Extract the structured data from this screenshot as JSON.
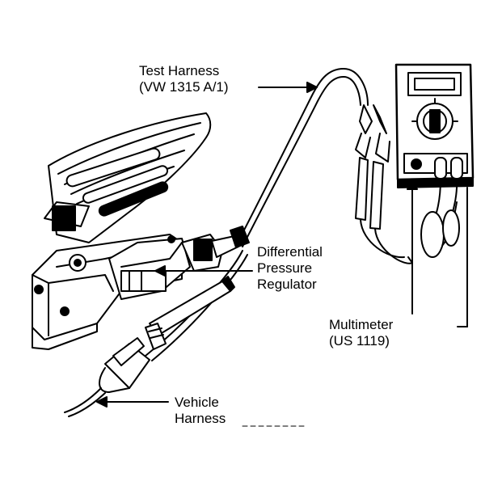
{
  "labels": {
    "test_harness": {
      "line1": "Test Harness",
      "line2": "(VW 1315 A/1)"
    },
    "regulator": {
      "line1": "Differential",
      "line2": "Pressure",
      "line3": "Regulator"
    },
    "multimeter": {
      "line1": "Multimeter",
      "line2": "(US 1119)"
    },
    "vehicle_harness": {
      "line1": "Vehicle",
      "line2": "Harness"
    }
  },
  "colors": {
    "ink": "#000000",
    "paper": "#ffffff"
  }
}
